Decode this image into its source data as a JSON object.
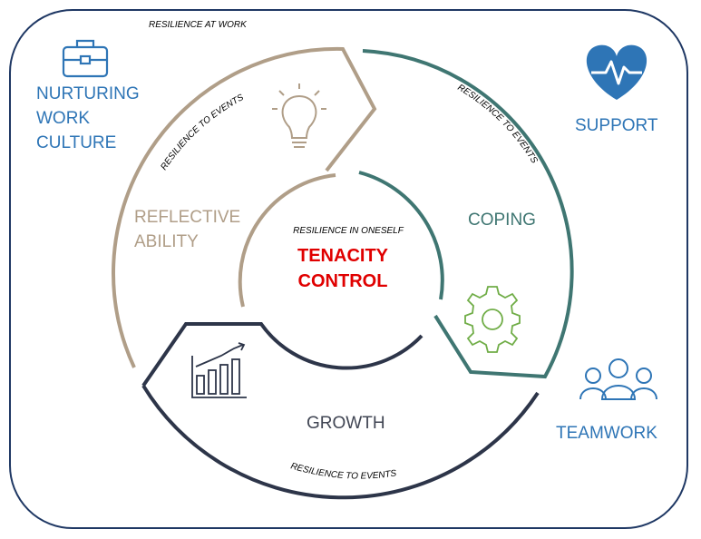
{
  "outer_label": "RESILIENCE AT WORK",
  "inner_label": "RESILIENCE IN ONESELF",
  "center": {
    "line1": "TENACITY",
    "line2": "CONTROL"
  },
  "events_label": "RESILIENCE TO EVENTS",
  "sections": {
    "reflective": {
      "line1": "REFLECTIVE",
      "line2": "ABILITY",
      "icon": "lightbulb-icon",
      "color": "#b09e88"
    },
    "coping": {
      "label": "COPING",
      "icon": "gear-icon",
      "color": "#3f7672"
    },
    "growth": {
      "label": "GROWTH",
      "icon": "bar-chart-growth-icon",
      "color": "#2d3549"
    }
  },
  "corners": {
    "top_left": {
      "lines": [
        "NURTURING",
        "WORK",
        "CULTURE"
      ],
      "icon": "briefcase-icon"
    },
    "top_right": {
      "label": "SUPPORT",
      "icon": "heartbeat-icon"
    },
    "bottom_right": {
      "label": "TEAMWORK",
      "icon": "team-icon"
    }
  },
  "colors": {
    "frame": "#1f3864",
    "corner_text": "#2e75b6",
    "center_text": "#e00000",
    "gear": "#70ad47"
  }
}
